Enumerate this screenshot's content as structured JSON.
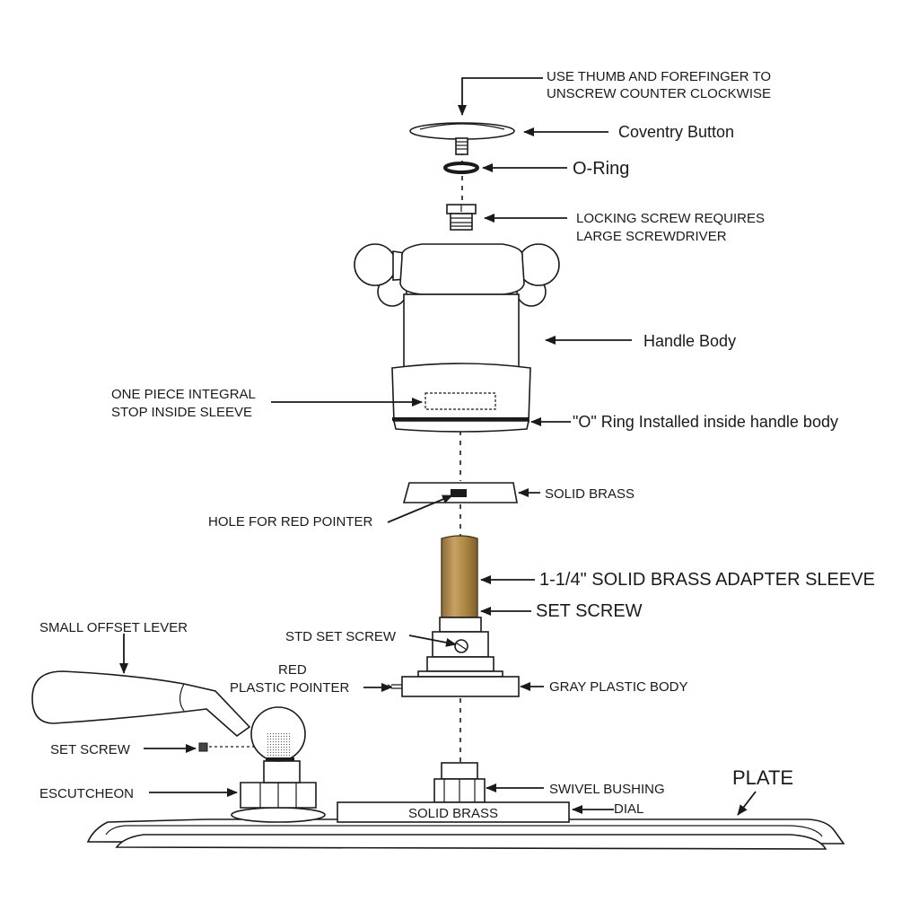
{
  "labels": {
    "thumb_line1": "USE THUMB AND FOREFINGER TO",
    "thumb_line2": "UNSCREW COUNTER CLOCKWISE",
    "coventry_button": "Coventry Button",
    "o_ring": "O-Ring",
    "locking_line1": "LOCKING SCREW REQUIRES",
    "locking_line2": "LARGE SCREWDRIVER",
    "handle_body": "Handle Body",
    "integral_line1": "ONE PIECE INTEGRAL",
    "integral_line2": "STOP INSIDE SLEEVE",
    "o_ring_installed": "\"O\" Ring Installed inside handle body",
    "solid_brass_top": "SOLID BRASS",
    "hole_red_pointer": "HOLE FOR RED POINTER",
    "adapter_sleeve": "1-1/4\" SOLID BRASS ADAPTER SLEEVE",
    "set_screw_upper": "SET SCREW",
    "small_offset_lever": "SMALL OFFSET LEVER",
    "std_set_screw": "STD SET SCREW",
    "red_line1": "RED",
    "red_line2": "PLASTIC POINTER",
    "gray_plastic_body": "GRAY PLASTIC BODY",
    "set_screw_lower": "SET SCREW",
    "escutcheon": "ESCUTCHEON",
    "swivel_bushing": "SWIVEL BUSHING",
    "plate": "PLATE",
    "solid_brass_dial": "SOLID BRASS",
    "dial": "DIAL"
  },
  "colors": {
    "line": "#1a1a1a",
    "brass": "#b08a4c",
    "background": "#ffffff"
  }
}
